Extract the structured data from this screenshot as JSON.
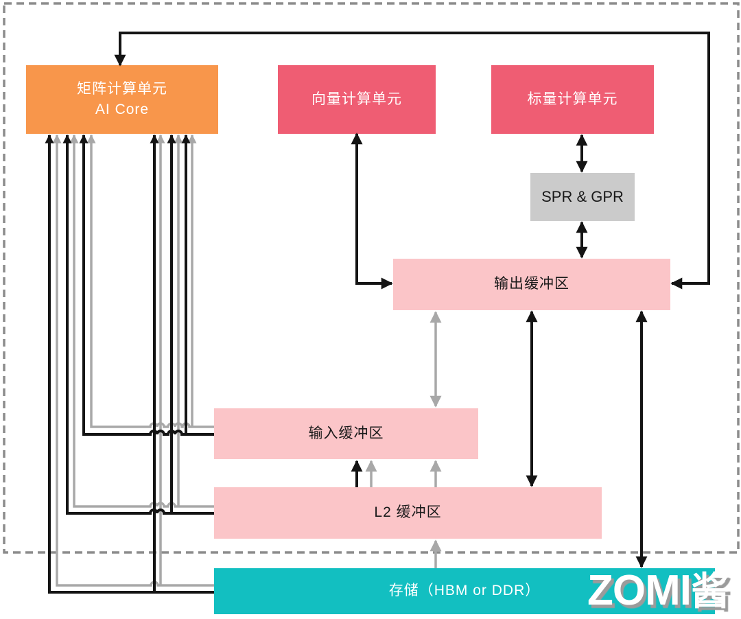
{
  "boxes": {
    "matrix": {
      "label": "矩阵计算单元",
      "sublabel": "AI Core",
      "color": "#F8964B",
      "text_color": "#FFFFFF"
    },
    "vector": {
      "label": "向量计算单元",
      "color": "#EF5D73",
      "text_color": "#FFFFFF"
    },
    "scalar": {
      "label": "标量计算单元",
      "color": "#EF5D73",
      "text_color": "#FFFFFF"
    },
    "spr_gpr": {
      "label": "SPR & GPR",
      "color": "#CBCBCB",
      "text_color": "#1A1A1A"
    },
    "output_buffer": {
      "label": "输出缓冲区",
      "color": "#FBC5C8",
      "text_color": "#1A1A1A"
    },
    "input_buffer": {
      "label": "输入缓冲区",
      "color": "#FBC5C8",
      "text_color": "#1A1A1A"
    },
    "l2_buffer": {
      "label": "L2 缓冲区",
      "color": "#FBC5C8",
      "text_color": "#1A1A1A"
    },
    "storage": {
      "label": "存储（HBM or DDR）",
      "color": "#12BFC1",
      "text_color": "#FFFFFF"
    }
  },
  "line_colors": {
    "primary": "#141414",
    "secondary": "#A8A8A8",
    "dashed_border": "#8C8C8C"
  },
  "watermark": {
    "text": "ZOMI",
    "suffix": "酱"
  },
  "edges": [
    {
      "from": "output_buffer",
      "to": "matrix",
      "color": "black",
      "bidirectional": true,
      "route": "top"
    },
    {
      "from": "output_buffer",
      "to": "vector",
      "color": "black",
      "bidirectional": true
    },
    {
      "from": "scalar",
      "to": "spr_gpr",
      "color": "black",
      "bidirectional": true
    },
    {
      "from": "spr_gpr",
      "to": "output_buffer",
      "color": "black",
      "bidirectional": true
    },
    {
      "from": "output_buffer",
      "to": "input_buffer",
      "color": "gray",
      "bidirectional": true
    },
    {
      "from": "output_buffer",
      "to": "l2_buffer",
      "color": "black",
      "bidirectional": true
    },
    {
      "from": "output_buffer",
      "to": "storage",
      "color": "black",
      "bidirectional": true
    },
    {
      "from": "l2_buffer",
      "to": "input_buffer",
      "color": "black",
      "bidirectional": false
    },
    {
      "from": "l2_buffer",
      "to": "input_buffer",
      "color": "gray",
      "bidirectional": false
    },
    {
      "from": "l2_buffer",
      "to": "input_buffer",
      "color": "gray",
      "bidirectional": false
    },
    {
      "from": "storage",
      "to": "l2_buffer",
      "color": "gray",
      "bidirectional": false
    },
    {
      "from": "input_buffer",
      "to": "matrix",
      "color": "black+gray",
      "arrowheads_into_matrix": 4
    },
    {
      "from": "l2_buffer",
      "to": "matrix",
      "color": "black+gray",
      "arrowheads_into_matrix": 4
    },
    {
      "from": "storage",
      "to": "matrix",
      "color": "black+gray",
      "arrowheads_into_matrix": 4
    }
  ]
}
